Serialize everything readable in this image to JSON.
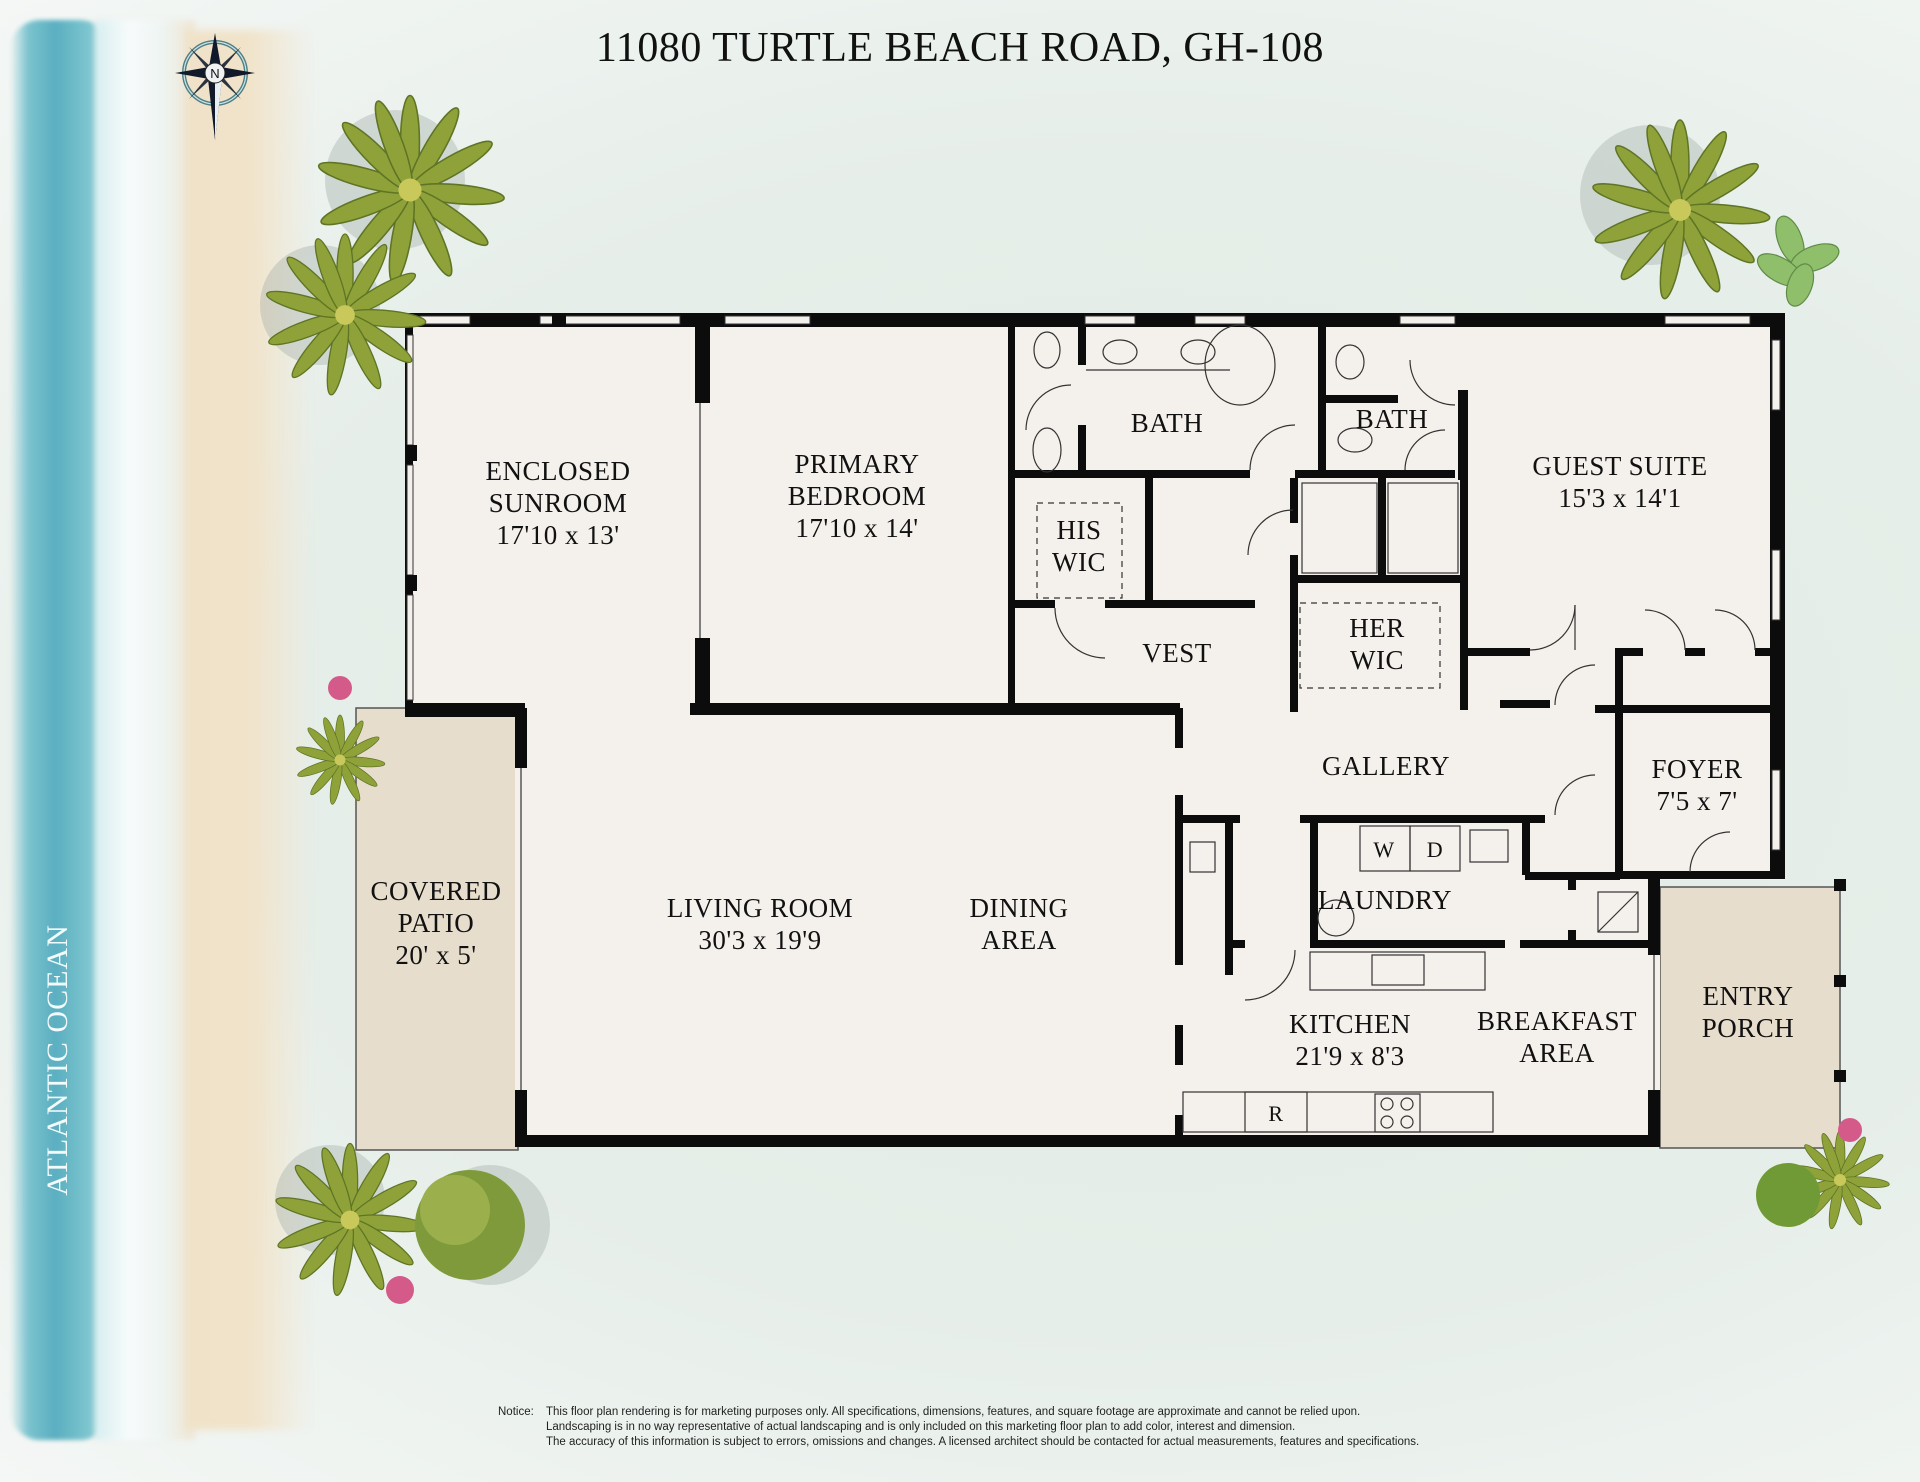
{
  "title": "11080 TURTLE BEACH ROAD, GH-108",
  "compass": {
    "label": "N",
    "icon": "compass-rose-icon"
  },
  "ocean_label": "ATLANTIC OCEAN",
  "rooms": {
    "sunroom": {
      "name_line1": "ENCLOSED",
      "name_line2": "SUNROOM",
      "dims": "17'10 x 13'"
    },
    "primary_bedroom": {
      "name_line1": "PRIMARY",
      "name_line2": "BEDROOM",
      "dims": "17'10 x 14'"
    },
    "primary_bath": {
      "name": "BATH"
    },
    "guest_bath": {
      "name": "BATH"
    },
    "guest_suite": {
      "name": "GUEST SUITE",
      "dims": "15'3 x 14'1"
    },
    "his_wic": {
      "name_line1": "HIS",
      "name_line2": "WIC"
    },
    "her_wic": {
      "name_line1": "HER",
      "name_line2": "WIC"
    },
    "vest": {
      "name": "VEST"
    },
    "gallery": {
      "name": "GALLERY"
    },
    "foyer": {
      "name": "FOYER",
      "dims": "7'5 x 7'"
    },
    "covered_patio": {
      "name_line1": "COVERED",
      "name_line2": "PATIO",
      "dims": "20' x 5'"
    },
    "living_room": {
      "name": "LIVING ROOM",
      "dims": "30'3 x 19'9"
    },
    "dining_area": {
      "name_line1": "DINING",
      "name_line2": "AREA"
    },
    "laundry": {
      "name": "LAUNDRY",
      "washer": "W",
      "dryer": "D"
    },
    "kitchen": {
      "name": "KITCHEN",
      "dims": "21'9 x 8'3",
      "fridge": "R"
    },
    "breakfast_area": {
      "name_line1": "BREAKFAST",
      "name_line2": "AREA"
    },
    "entry_porch": {
      "name_line1": "ENTRY",
      "name_line2": "PORCH"
    }
  },
  "colors": {
    "background": "#e6eee9",
    "floor": "#f4f1ec",
    "patio": "#e7ddcd",
    "wall": "#0c0c0c",
    "ocean": "#5aafc0",
    "sand": "#efe2c8",
    "palm": "#8ea33a"
  },
  "notice": {
    "lead": "Notice:",
    "line1": "This floor plan rendering is for marketing purposes only. All specifications, dimensions, features, and square footage are approximate and cannot be relied upon.",
    "line2": "Landscaping is in no way representative of actual landscaping and is only included on this marketing floor plan to add color, interest and dimension.",
    "line3": "The accuracy of this information is subject to errors, omissions and changes. A licensed architect should be contacted for actual measurements, features and specifications."
  }
}
